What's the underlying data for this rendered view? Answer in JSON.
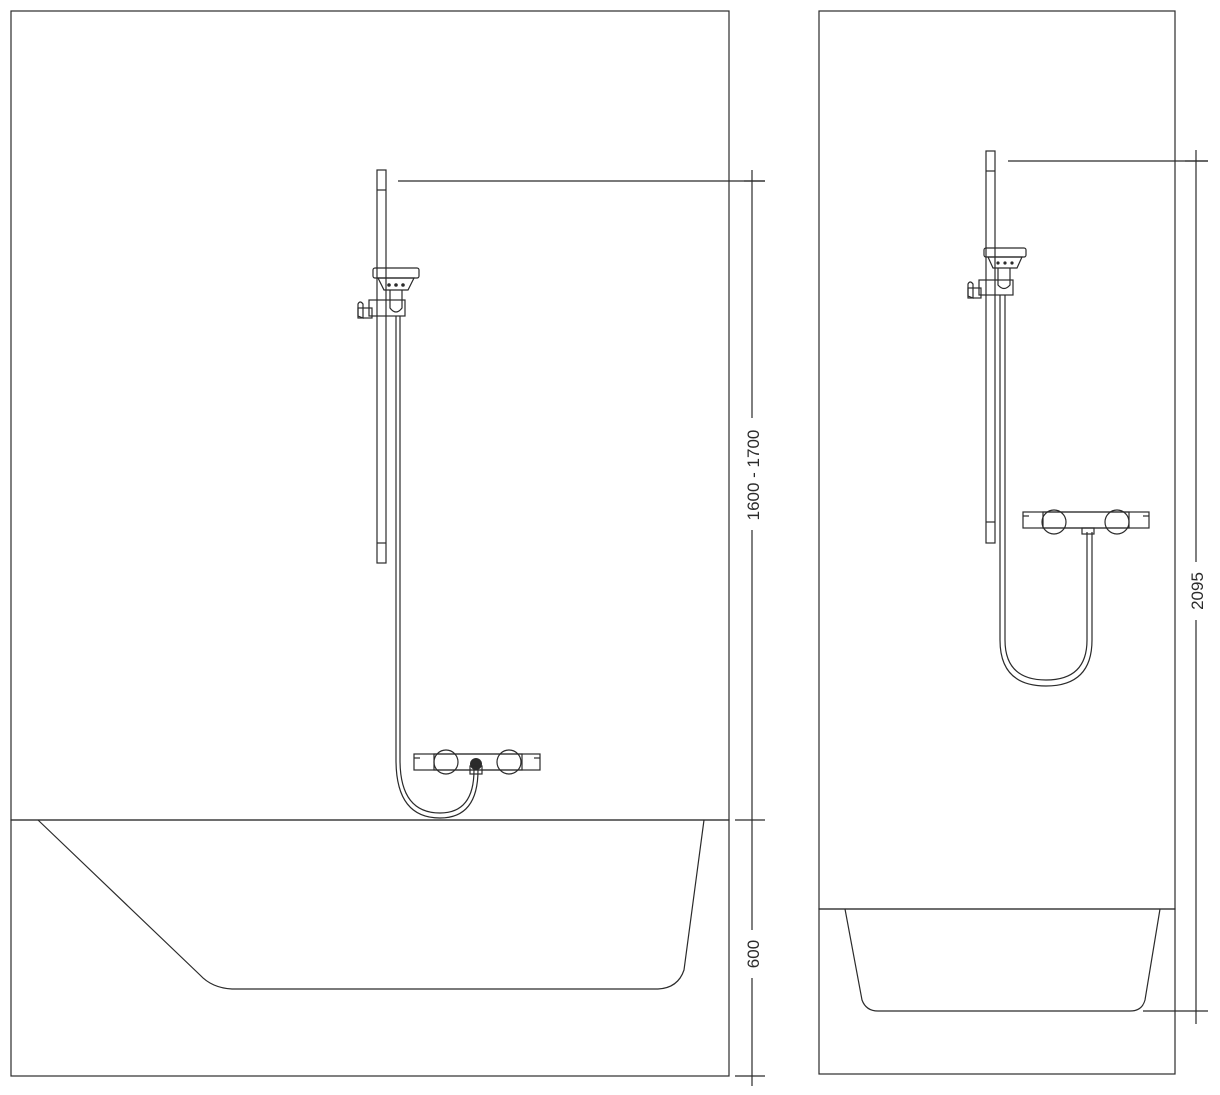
{
  "colors": {
    "wall": "#d2d3d5",
    "line": "#2b2b2b",
    "fixture": "#ffffff"
  },
  "left_view": {
    "dimension_upper": "1600 - 1700",
    "dimension_lower": "600"
  },
  "right_view": {
    "dimension_total": "2095"
  }
}
